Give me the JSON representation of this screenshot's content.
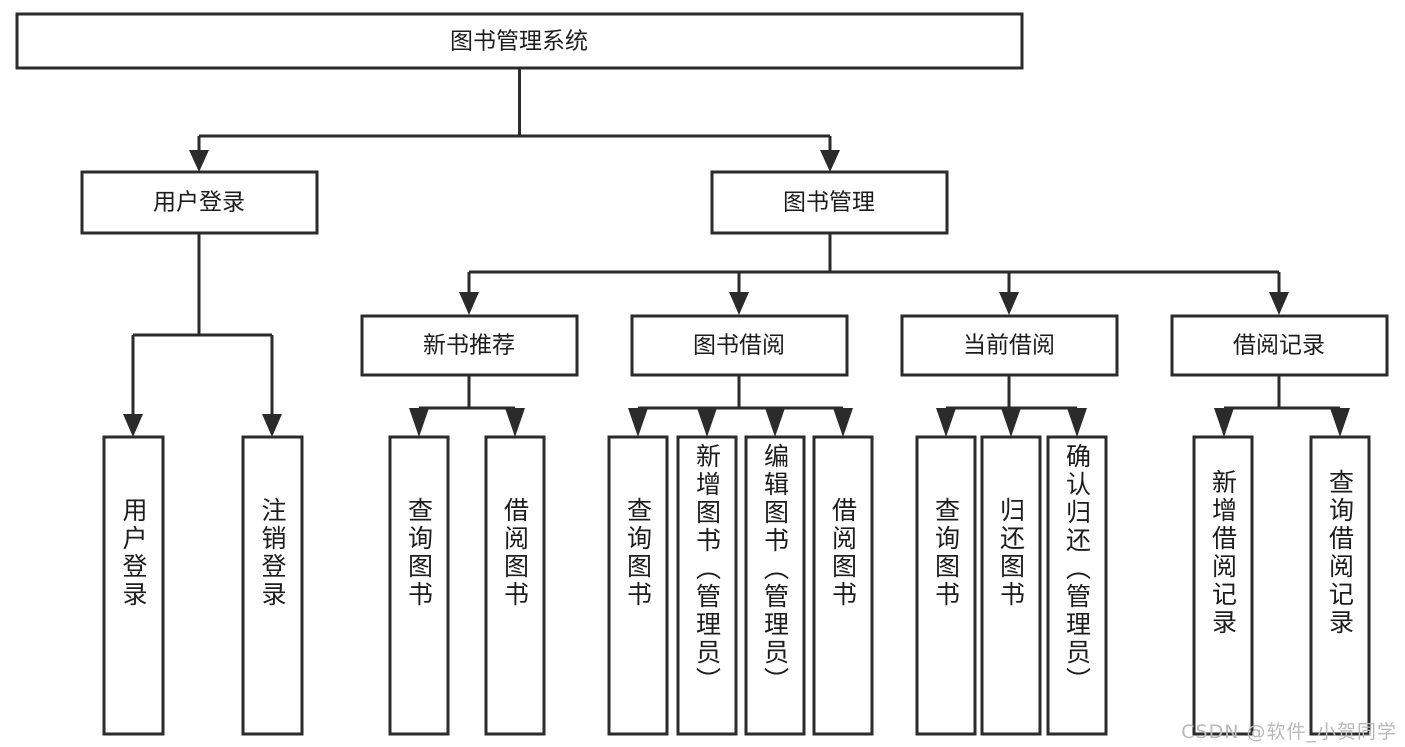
{
  "diagram": {
    "type": "tree-hierarchy",
    "title": "图书管理系统",
    "watermark": "CSDN @软件_小贺同学",
    "colors": {
      "box_stroke": "#2b2b2b",
      "box_fill": "#ffffff",
      "text": "#1c1c1c",
      "background": "#ffffff",
      "watermark": "#b9b9b9"
    },
    "root": {
      "id": "root",
      "label": "图书管理系统",
      "orientation": "horizontal"
    },
    "level2": [
      {
        "id": "user-login",
        "label": "用户登录",
        "orientation": "horizontal"
      },
      {
        "id": "book-management",
        "label": "图书管理",
        "orientation": "horizontal"
      }
    ],
    "level3": [
      {
        "id": "new-book-recommend",
        "label": "新书推荐",
        "parent": "book-management",
        "orientation": "horizontal"
      },
      {
        "id": "book-borrow",
        "label": "图书借阅",
        "parent": "book-management",
        "orientation": "horizontal"
      },
      {
        "id": "current-borrow",
        "label": "当前借阅",
        "parent": "book-management",
        "orientation": "horizontal"
      },
      {
        "id": "borrow-record",
        "label": "借阅记录",
        "parent": "book-management",
        "orientation": "horizontal"
      }
    ],
    "leaves": [
      {
        "id": "leaf-user-login",
        "label": "用户登录",
        "parent": "user-login",
        "orientation": "vertical"
      },
      {
        "id": "leaf-logout",
        "label": "注销登录",
        "parent": "user-login",
        "orientation": "vertical"
      },
      {
        "id": "leaf-query-book-1",
        "label": "查询图书",
        "parent": "new-book-recommend",
        "orientation": "vertical"
      },
      {
        "id": "leaf-borrow-book-1",
        "label": "借阅图书",
        "parent": "new-book-recommend",
        "orientation": "vertical"
      },
      {
        "id": "leaf-query-book-2",
        "label": "查询图书",
        "parent": "book-borrow",
        "orientation": "vertical"
      },
      {
        "id": "leaf-add-book",
        "label": "新增图书（管理员）",
        "parent": "book-borrow",
        "orientation": "vertical"
      },
      {
        "id": "leaf-edit-book",
        "label": "编辑图书（管理员）",
        "parent": "book-borrow",
        "orientation": "vertical"
      },
      {
        "id": "leaf-borrow-book-2",
        "label": "借阅图书",
        "parent": "book-borrow",
        "orientation": "vertical"
      },
      {
        "id": "leaf-query-book-3",
        "label": "查询图书",
        "parent": "current-borrow",
        "orientation": "vertical"
      },
      {
        "id": "leaf-return-book",
        "label": "归还图书",
        "parent": "current-borrow",
        "orientation": "vertical"
      },
      {
        "id": "leaf-confirm-return",
        "label": "确认归还（管理员）",
        "parent": "current-borrow",
        "orientation": "vertical"
      },
      {
        "id": "leaf-add-record",
        "label": "新增借阅记录",
        "parent": "borrow-record",
        "orientation": "vertical"
      },
      {
        "id": "leaf-query-record",
        "label": "查询借阅记录",
        "parent": "borrow-record",
        "orientation": "vertical"
      }
    ]
  }
}
